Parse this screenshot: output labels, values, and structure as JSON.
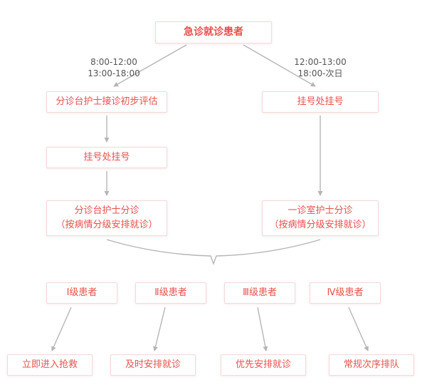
{
  "flow": {
    "start": "急诊就诊患者",
    "time_left": [
      "8:00-12:00",
      "13:00-18:00"
    ],
    "time_right": [
      "12:00-13:00",
      "18:00-次日"
    ],
    "left_branch": {
      "step1": "分诊台护士接诊初步评估",
      "step2": "挂号处挂号",
      "step3": [
        "分诊台护士分诊",
        "（按病情分级安排就诊）"
      ]
    },
    "right_branch": {
      "step1": "挂号处挂号",
      "step2": [
        "一诊室护士分诊",
        "（按病情分级安排就诊）"
      ]
    },
    "levels": [
      {
        "label": "Ⅰ级患者",
        "action": "立即进入抢救"
      },
      {
        "label": "Ⅱ级患者",
        "action": "及时安排就诊"
      },
      {
        "label": "Ⅲ级患者",
        "action": "优先安排就诊"
      },
      {
        "label": "Ⅳ级患者",
        "action": "常规次序排队"
      }
    ],
    "colors": {
      "box_text": "#e8504b",
      "box_border": "#f3d9d7",
      "arrow": "#b5b5b5",
      "time_text": "#555555"
    }
  }
}
